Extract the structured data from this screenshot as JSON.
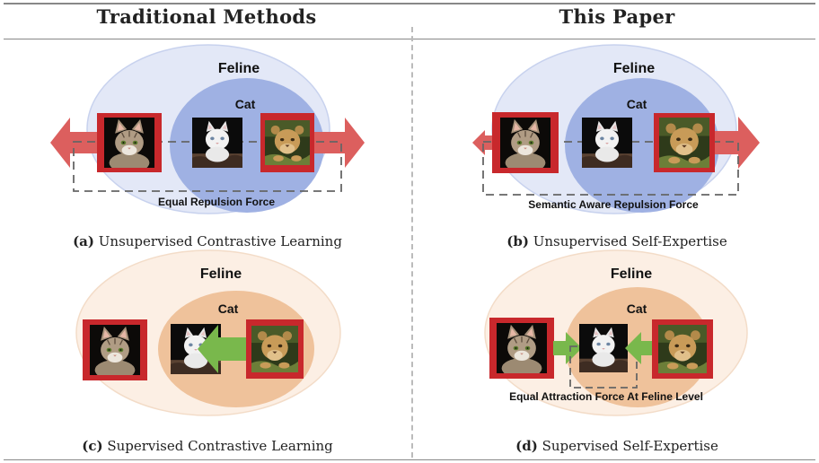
{
  "header": {
    "left_title": "Traditional Methods",
    "right_title": "This Paper"
  },
  "panels": [
    {
      "id": "a",
      "outer_label": "Feline",
      "inner_label": "Cat",
      "force_label": "Equal Repulsion Force",
      "caption_tag": "(a)",
      "caption_text": "Unsupervised Contrastive Learning"
    },
    {
      "id": "b",
      "outer_label": "Feline",
      "inner_label": "Cat",
      "force_label": "Semantic Aware Repulsion Force",
      "caption_tag": "(b)",
      "caption_text": "Unsupervised Self-Expertise"
    },
    {
      "id": "c",
      "outer_label": "Feline",
      "inner_label": "Cat",
      "force_label": "",
      "caption_tag": "(c)",
      "caption_text": "Supervised Contrastive Learning"
    },
    {
      "id": "d",
      "outer_label": "Feline",
      "inner_label": "Cat",
      "force_label": "Equal Attraction Force At Feline Level",
      "caption_tag": "(d)",
      "caption_text": "Supervised Self-Expertise"
    }
  ],
  "colors": {
    "outer_blue": "#e3e8f7",
    "inner_blue": "#9fb1e3",
    "outer_orange": "#fcefe4",
    "inner_orange": "#efc29b",
    "frame_red": "#c8282c",
    "repulsion_arrow": "#dc5f5e",
    "attraction_arrow": "#79b84c"
  },
  "icons": [
    "tabby-cat-photo",
    "white-kitten-photo",
    "lion-cub-photo"
  ]
}
